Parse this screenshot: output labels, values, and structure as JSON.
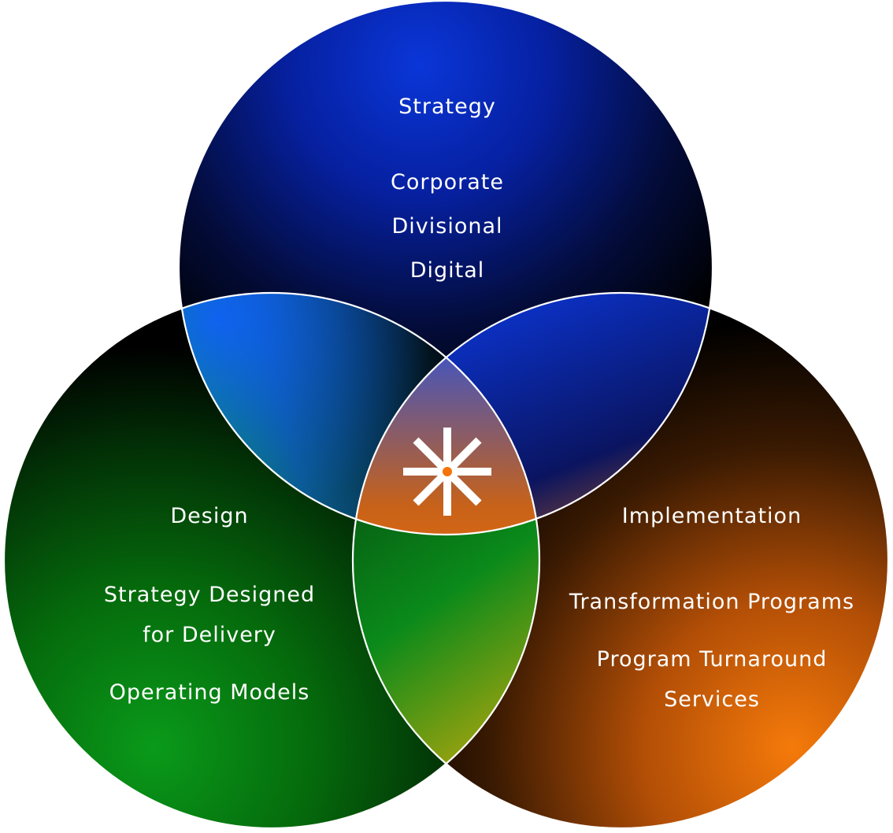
{
  "strategy": {
    "title": "Strategy",
    "items": [
      "Corporate",
      "Divisional",
      "Digital"
    ],
    "color": "#0a32d8"
  },
  "design": {
    "title": "Design",
    "items": [
      "Strategy Designed",
      "for Delivery",
      "Operating Models"
    ],
    "color": "#0aa01e"
  },
  "implementation": {
    "title": "Implementation",
    "items": [
      "Transformation Programs",
      "Program Turnaround",
      "Services"
    ],
    "color": "#f57308"
  },
  "center": {
    "icon": "asterisk-icon",
    "color": "#ffffff"
  },
  "outline_color": "#ffffff"
}
